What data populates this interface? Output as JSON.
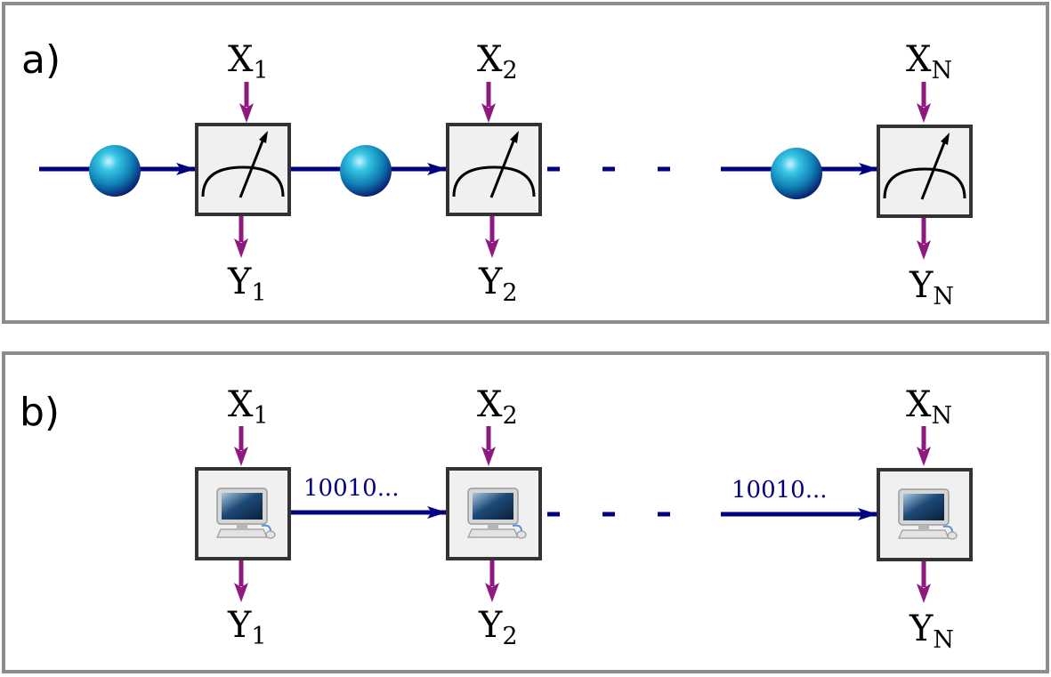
{
  "panels": [
    {
      "id": "a",
      "label": "a)",
      "kind": "quantum",
      "nodes": [
        {
          "x_var": "X",
          "x_sub": "1",
          "y_var": "Y",
          "y_sub": "1"
        },
        {
          "x_var": "X",
          "x_sub": "2",
          "y_var": "Y",
          "y_sub": "2"
        },
        {
          "x_var": "X",
          "x_sub": "N",
          "y_var": "Y",
          "y_sub": "N"
        }
      ]
    },
    {
      "id": "b",
      "label": "b)",
      "kind": "classical",
      "message": "10010...",
      "nodes": [
        {
          "x_var": "X",
          "x_sub": "1",
          "y_var": "Y",
          "y_sub": "1"
        },
        {
          "x_var": "X",
          "x_sub": "2",
          "y_var": "Y",
          "y_sub": "2"
        },
        {
          "x_var": "X",
          "x_sub": "N",
          "y_var": "Y",
          "y_sub": "N"
        }
      ]
    }
  ],
  "colors": {
    "channel": "#000080",
    "io_arrow": "#8e1a80",
    "panel_border": "#8c8c8c",
    "box_fill": "#f0f0f0",
    "sphere": "#1aa7c9"
  },
  "icons": [
    "sphere-icon",
    "meter-icon",
    "computer-icon"
  ]
}
